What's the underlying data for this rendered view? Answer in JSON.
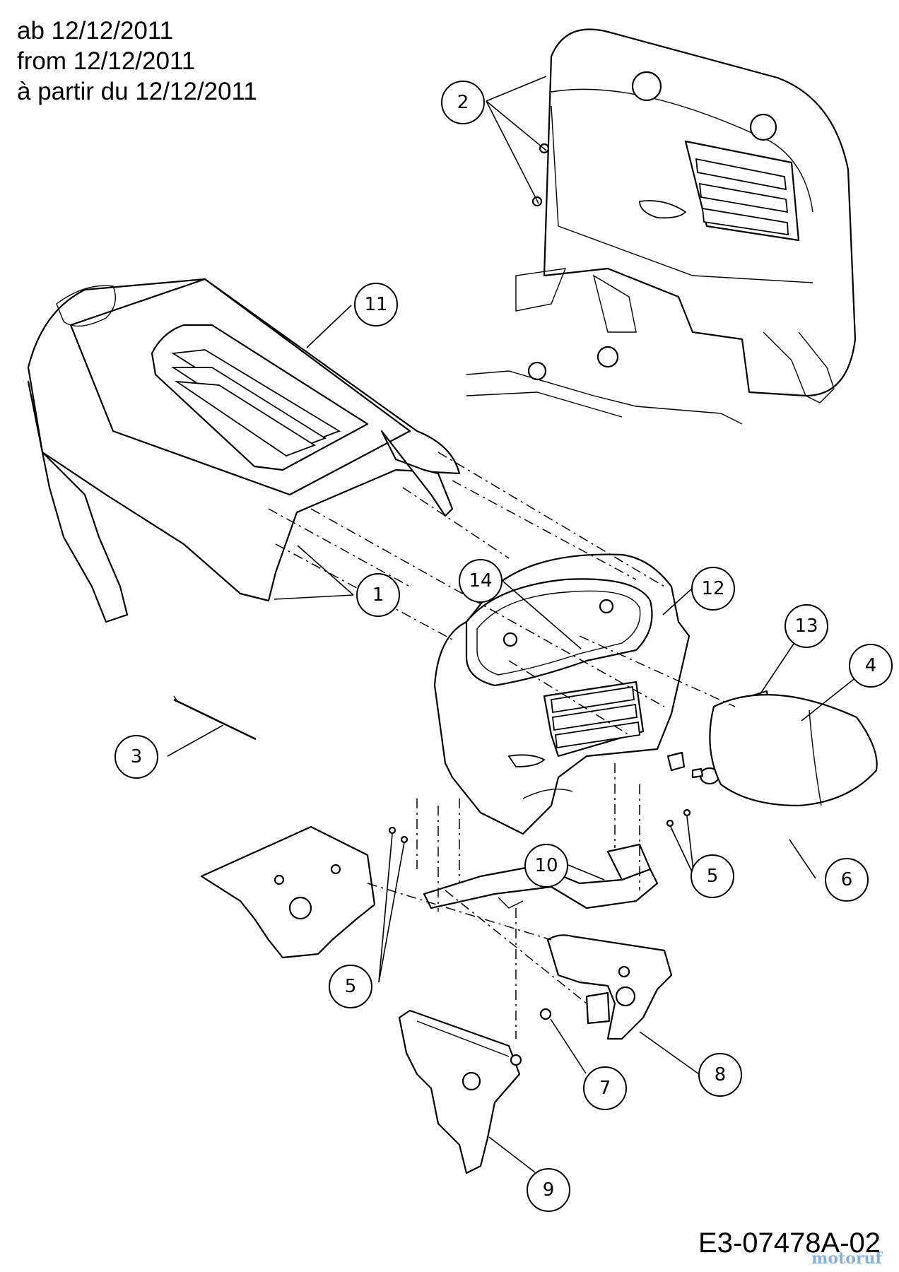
{
  "header": {
    "validity_de": "ab 12/12/2011",
    "validity_en": "from 12/12/2011",
    "validity_fr": "à partir du 12/12/2011"
  },
  "callouts": {
    "c1": "1",
    "c2": "2",
    "c3": "3",
    "c4": "4",
    "c5a": "5",
    "c5b": "5",
    "c6": "6",
    "c7": "7",
    "c8": "8",
    "c9": "9",
    "c10": "10",
    "c11": "11",
    "c12": "12",
    "c13": "13",
    "c14": "14"
  },
  "footer": {
    "document_code": "E3-07478A-02",
    "watermark": "motoruf"
  }
}
